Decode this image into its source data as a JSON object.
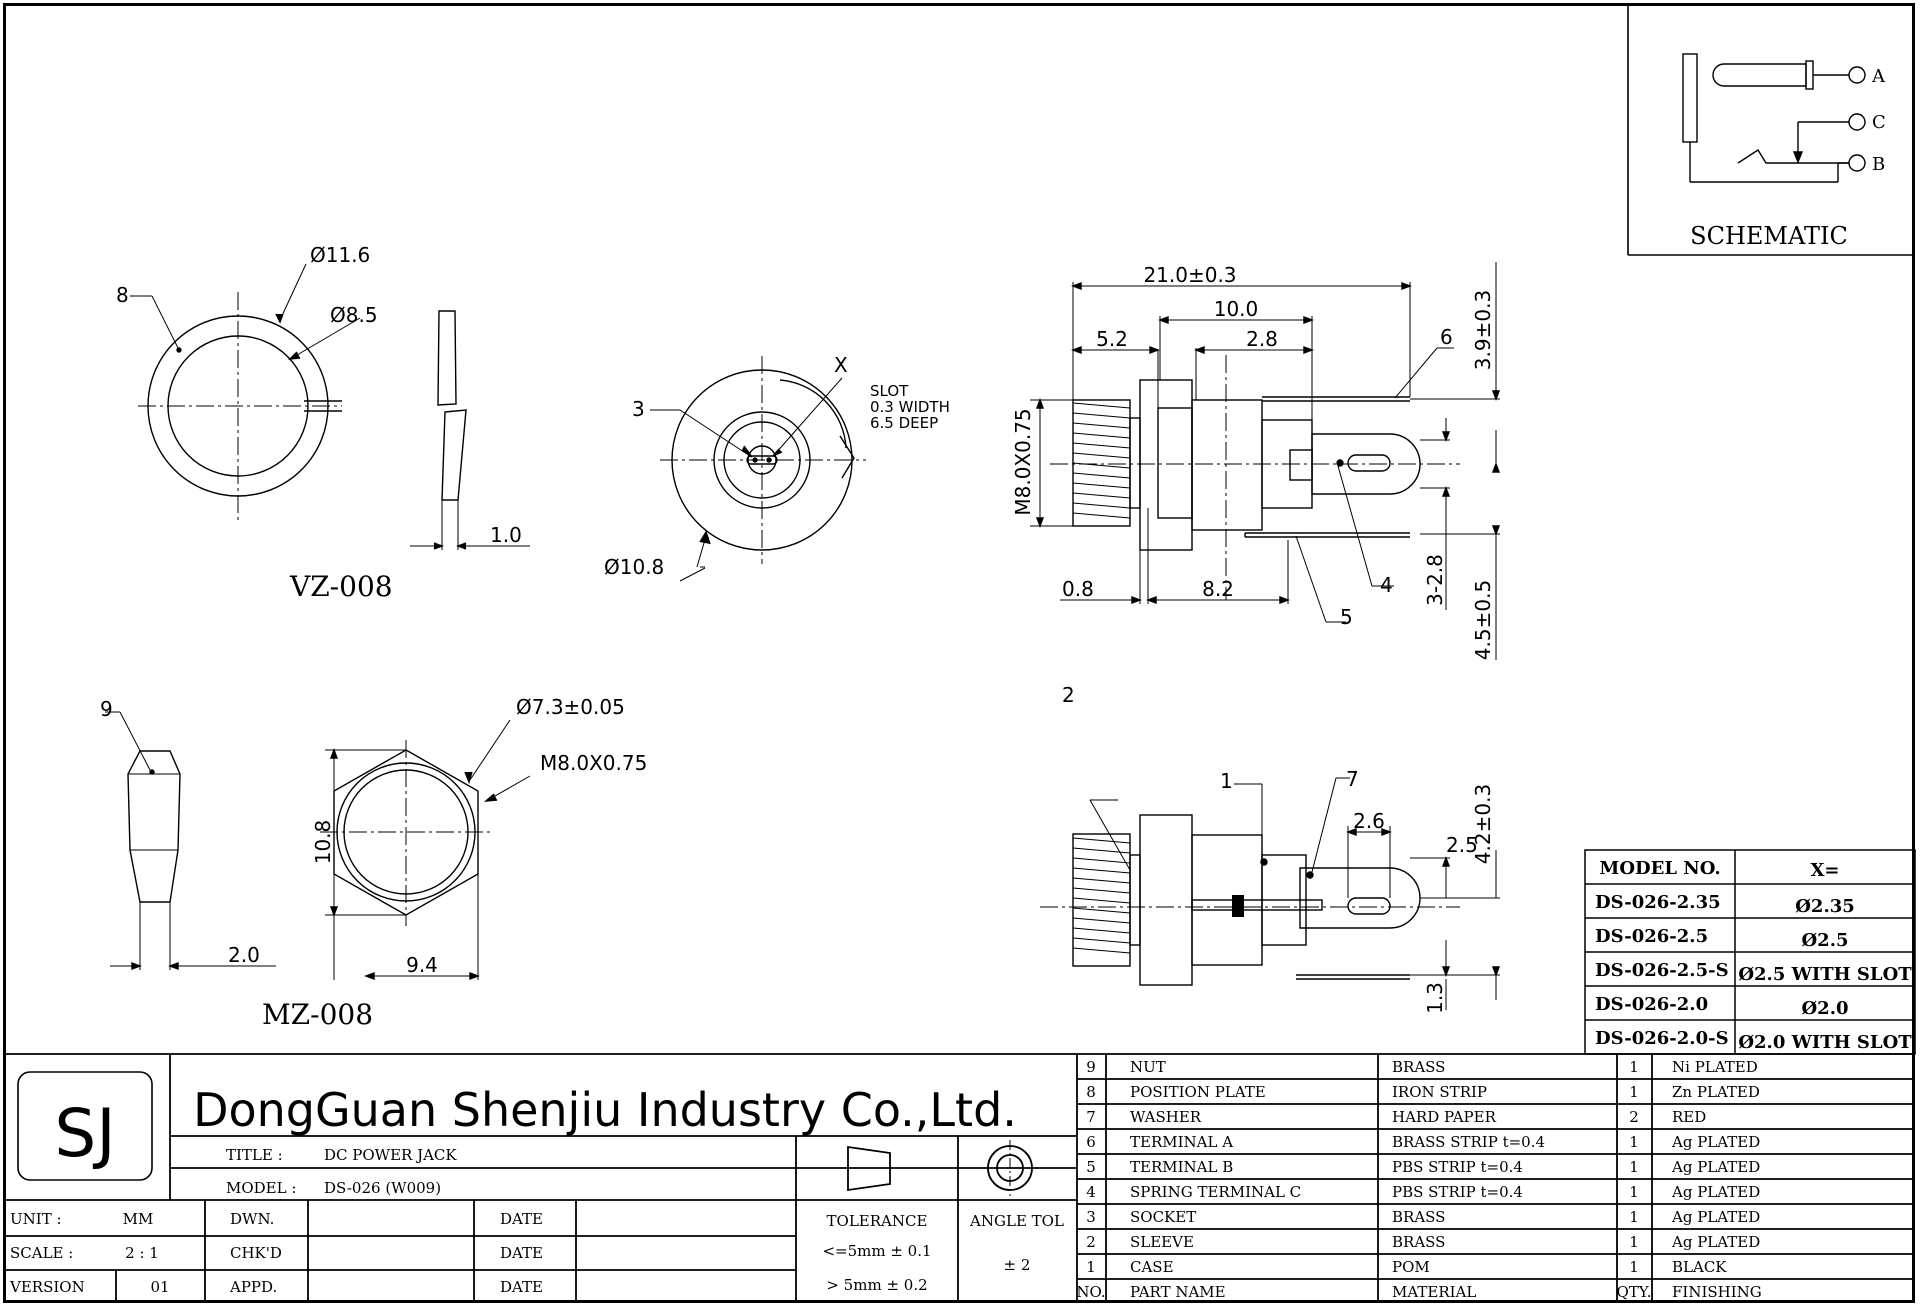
{
  "schematic": {
    "title": "SCHEMATIC",
    "pins": [
      "A",
      "C",
      "B"
    ]
  },
  "views": {
    "washer": {
      "name": "VZ-008",
      "item": "8",
      "dia_outer": "Ø11.6",
      "dia_inner": "Ø8.5",
      "thickness": "1.0"
    },
    "nut": {
      "name": "MZ-008",
      "item": "9",
      "dia": "Ø7.3±0.05",
      "thread": "M8.0X0.75",
      "height": "10.8",
      "width": "9.4",
      "thickness": "2.0"
    },
    "front": {
      "item": "3",
      "x": "X",
      "slot": [
        "SLOT",
        "0.3 WIDTH",
        "6.5 DEEP"
      ],
      "dia": "Ø10.8"
    },
    "side": {
      "len_total": "21.0±0.3",
      "len_10": "10.0",
      "len_5_2": "5.2",
      "len_2_8": "2.8",
      "thread": "M8.0X0.75",
      "len_0_8": "0.8",
      "len_8_2": "8.2",
      "h_3_9": "3.9±0.3",
      "h_3_2_8": "3-2.8",
      "h_4_5": "4.5±0.5",
      "item6": "6",
      "item4": "4",
      "item5": "5"
    },
    "bottom": {
      "item2": "2",
      "item1": "1",
      "item7": "7",
      "len_2_6": "2.6",
      "len_2_5": "2.5",
      "h_4_2": "4.2±0.3",
      "h_1_3": "1.3"
    }
  },
  "model_table": {
    "headers": [
      "MODEL NO.",
      "X="
    ],
    "rows": [
      [
        "DS-026-2.35",
        "Ø2.35"
      ],
      [
        "DS-026-2.5",
        "Ø2.5"
      ],
      [
        "DS-026-2.5-S",
        "Ø2.5 WITH SLOT"
      ],
      [
        "DS-026-2.0",
        "Ø2.0"
      ],
      [
        "DS-026-2.0-S",
        "Ø2.0 WITH SLOT"
      ]
    ]
  },
  "title_block": {
    "logo": "SJ",
    "company": "DongGuan Shenjiu Industry Co.,Ltd.",
    "title_label": "TITLE :",
    "title_value": "DC POWER JACK",
    "model_label": "MODEL :",
    "model_value": "DS-026    (W009)",
    "unit_label": "UNIT  :",
    "unit_value": "MM",
    "scale_label": "SCALE  :",
    "scale_value": "2 : 1",
    "version_label": "VERSION",
    "version_value": "01",
    "dwn": "DWN.",
    "chkd": "CHK'D",
    "appd": "APPD.",
    "date": "DATE",
    "tolerance": "TOLERANCE",
    "tol1": "<=5mm ± 0.1",
    "tol2": "> 5mm ± 0.2",
    "angle_tol": "ANGLE TOL",
    "angle_val": "± 2"
  },
  "bom": {
    "headers": [
      "NO.",
      "PART  NAME",
      "MATERIAL",
      "QTY.",
      "FINISHING"
    ],
    "rows": [
      [
        "9",
        "NUT",
        "BRASS",
        "1",
        "Ni PLATED"
      ],
      [
        "8",
        "POSITION PLATE",
        "IRON STRIP",
        "1",
        "Zn PLATED"
      ],
      [
        "7",
        "WASHER",
        "HARD PAPER",
        "2",
        "RED"
      ],
      [
        "6",
        "TERMINAL  A",
        "BRASS STRIP t=0.4",
        "1",
        "Ag PLATED"
      ],
      [
        "5",
        "TERMINAL  B",
        "PBS STRIP   t=0.4",
        "1",
        "Ag PLATED"
      ],
      [
        "4",
        "SPRING TERMINAL  C",
        "PBS STRIP   t=0.4",
        "1",
        "Ag PLATED"
      ],
      [
        "3",
        "SOCKET",
        "BRASS",
        "1",
        "Ag PLATED"
      ],
      [
        "2",
        "SLEEVE",
        "BRASS",
        "1",
        "Ag PLATED"
      ],
      [
        "1",
        "CASE",
        "POM",
        "1",
        "BLACK"
      ]
    ]
  }
}
